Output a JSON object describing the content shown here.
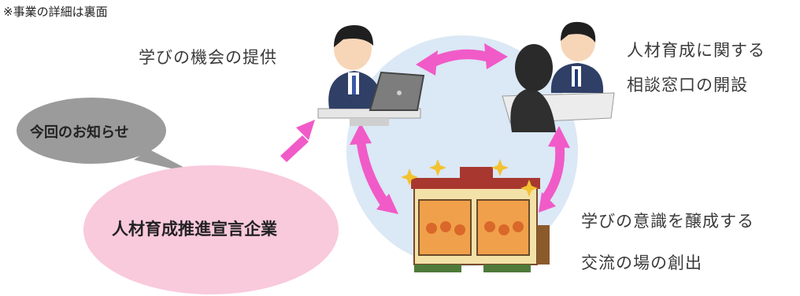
{
  "note": "※事業の詳細は裏面",
  "labels": {
    "learning_opportunity": "学びの機会の提供",
    "consultation_line1": "人材育成に関する",
    "consultation_line2": "相談窓口の開設",
    "exchange_line1": "学びの意識を醸成する",
    "exchange_line2": "交流の場の創出"
  },
  "bubbles": {
    "announcement": "今回のお知らせ",
    "company": "人材育成推進宣言企業"
  },
  "colors": {
    "circle": "#dbe8f5",
    "arrow": "#f05bc8",
    "gray_bubble": "#9b9b9b",
    "pink_bubble": "#f9c9dc"
  },
  "icons": {
    "person_laptop": "person-at-laptop-illustration",
    "consultation": "consultation-meeting-illustration",
    "building": "community-hall-illustration"
  }
}
